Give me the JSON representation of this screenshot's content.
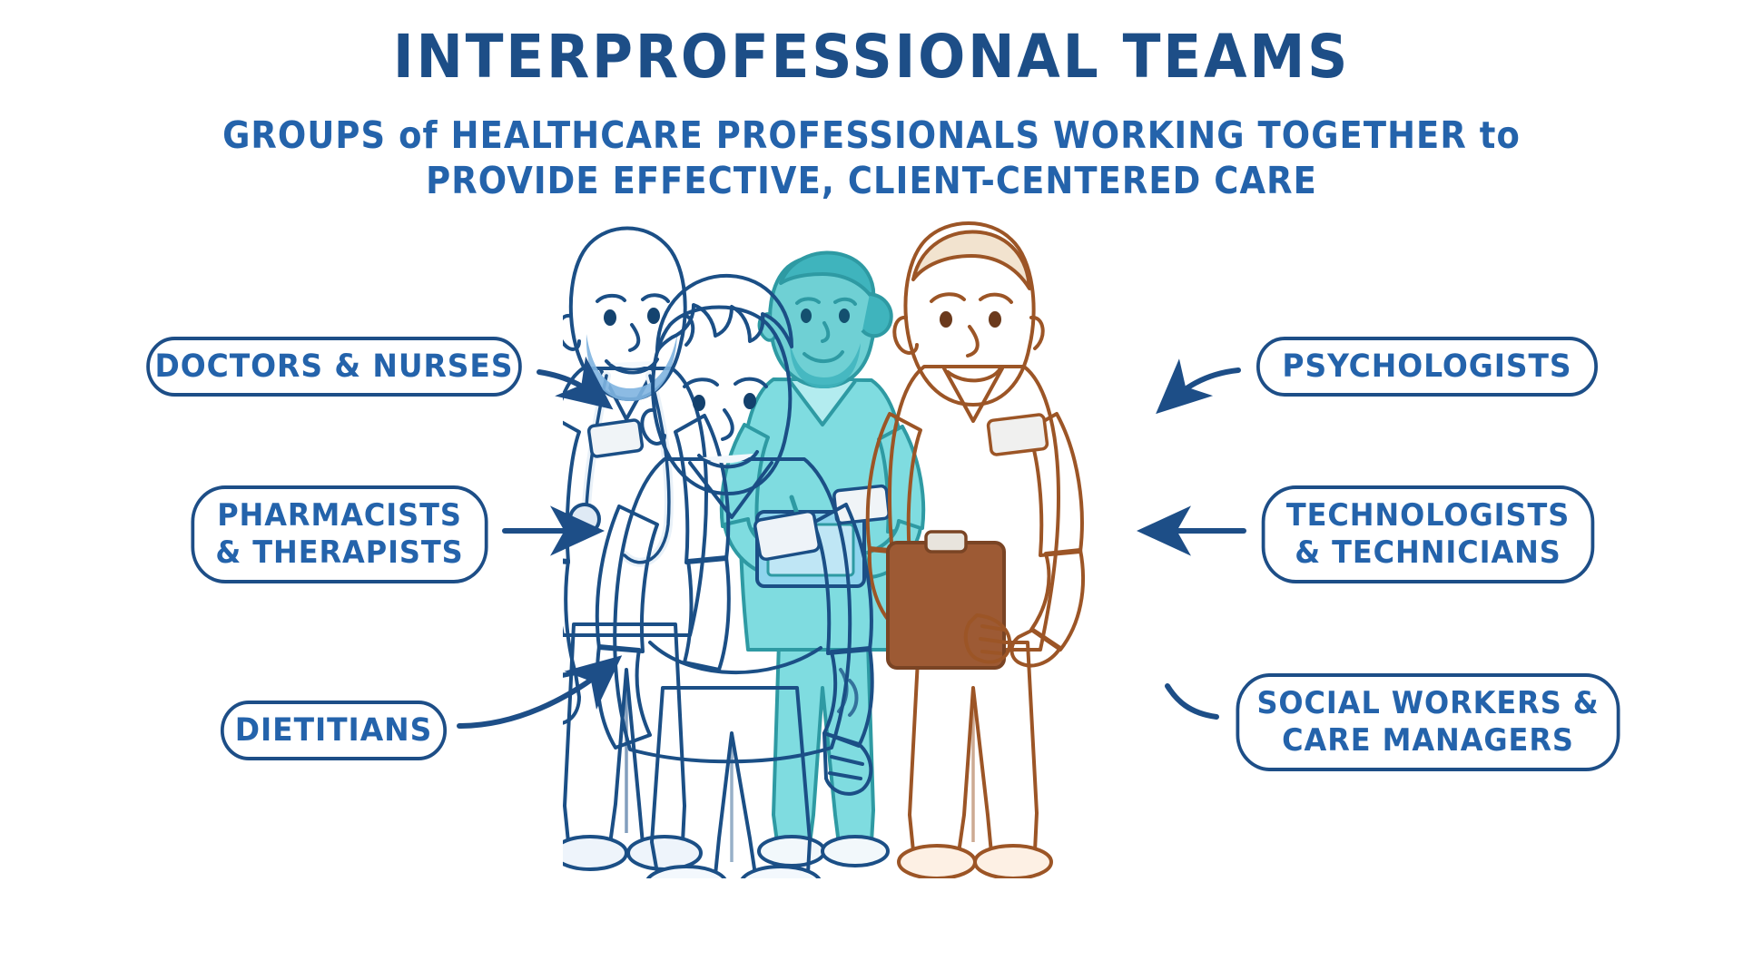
{
  "header": {
    "title": "INTERPROFESSIONAL TEAMS",
    "subtitle_line1": "GROUPS of HEALTHCARE PROFESSIONALS WORKING TOGETHER to",
    "subtitle_line2": "PROVIDE EFFECTIVE, CLIENT-CENTERED CARE"
  },
  "callouts": {
    "left": [
      {
        "id": "doctors",
        "line1": "DOCTORS & NURSES",
        "line2": ""
      },
      {
        "id": "pharmacists",
        "line1": "PHARMACISTS",
        "line2": "& THERAPISTS"
      },
      {
        "id": "dietitians",
        "line1": "DIETITIANS",
        "line2": ""
      }
    ],
    "right": [
      {
        "id": "psychologists",
        "line1": "PSYCHOLOGISTS",
        "line2": ""
      },
      {
        "id": "technologists",
        "line1": "TECHNOLOGISTS",
        "line2": "& TECHNICIANS"
      },
      {
        "id": "social_workers",
        "line1": "SOCIAL WORKERS &",
        "line2": "CARE MANAGERS"
      }
    ]
  },
  "illustration": {
    "description": "Group of four healthcare professionals in scrubs standing together",
    "figures": [
      {
        "name": "clinician-dark-blue-scrubs",
        "scrub_color": "#2a6fb5",
        "accessory": "stethoscope"
      },
      {
        "name": "clinician-light-blue-scrubs",
        "scrub_color": "#a6cdf0",
        "accessory": "badge"
      },
      {
        "name": "clinician-teal-scrubs",
        "scrub_color": "#6fd0d4",
        "accessory": "clipboard-tablet"
      },
      {
        "name": "clinician-orange-scrubs",
        "scrub_color": "#e08c52",
        "accessory": "clipboard"
      }
    ]
  },
  "colors": {
    "title_navy": "#1d4e87",
    "subtitle_blue": "#2463ab",
    "pill_border": "#1d4e87",
    "arrow_blue": "#1d4e87",
    "background": "#ffffff"
  }
}
